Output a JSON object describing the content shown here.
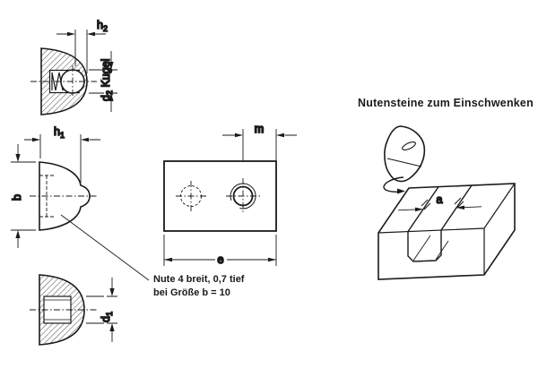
{
  "drawing": {
    "title": "Nutensteine zum Einschwenken",
    "note": {
      "line1": "Nute 4 breit, 0,7 tief",
      "line2": "bei Größe b = 10"
    },
    "dims": {
      "h1_base": "h",
      "h1_sub": "1",
      "h2_base": "h",
      "h2_sub": "2",
      "d1_base": "d",
      "d1_sub": "1",
      "d2_base": "d",
      "d2_sub": "2",
      "d2_suffix": " Kugel",
      "b": "b",
      "m": "m",
      "e": "e",
      "a": "a"
    },
    "colors": {
      "line": "#1a1a1a",
      "background": "#ffffff"
    }
  }
}
